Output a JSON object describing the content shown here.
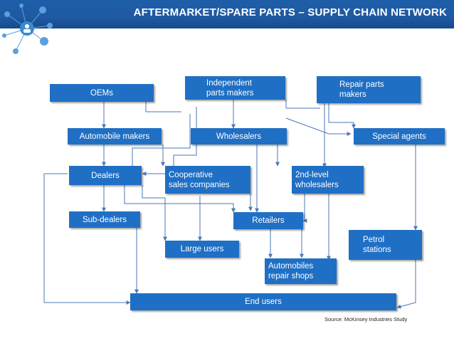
{
  "header": {
    "title": "AFTERMARKET/SPARE PARTS – SUPPLY CHAIN NETWORK"
  },
  "colors": {
    "header": "#1f5aa3",
    "node": "#1f6fc5",
    "connector": "#4a78b5"
  },
  "nodes": {
    "oems": "OEMs",
    "independent": "Independent\nparts makers",
    "repair_parts": "Repair parts\nmakers",
    "automobile_makers": "Automobile makers",
    "wholesalers": "Wholesalers",
    "special_agents": "Special agents",
    "dealers": "Dealers",
    "cooperative": "Cooperative\nsales companies",
    "second_level": "2nd-level\nwholesalers",
    "sub_dealers": "Sub-dealers",
    "retailers": "Retailers",
    "petrol": "Petrol\nstations",
    "large_users": "Large users",
    "auto_repair": "Automobiles\nrepair shops",
    "end_users": "End users"
  },
  "source": "Source:  McKinsey Industries Study"
}
